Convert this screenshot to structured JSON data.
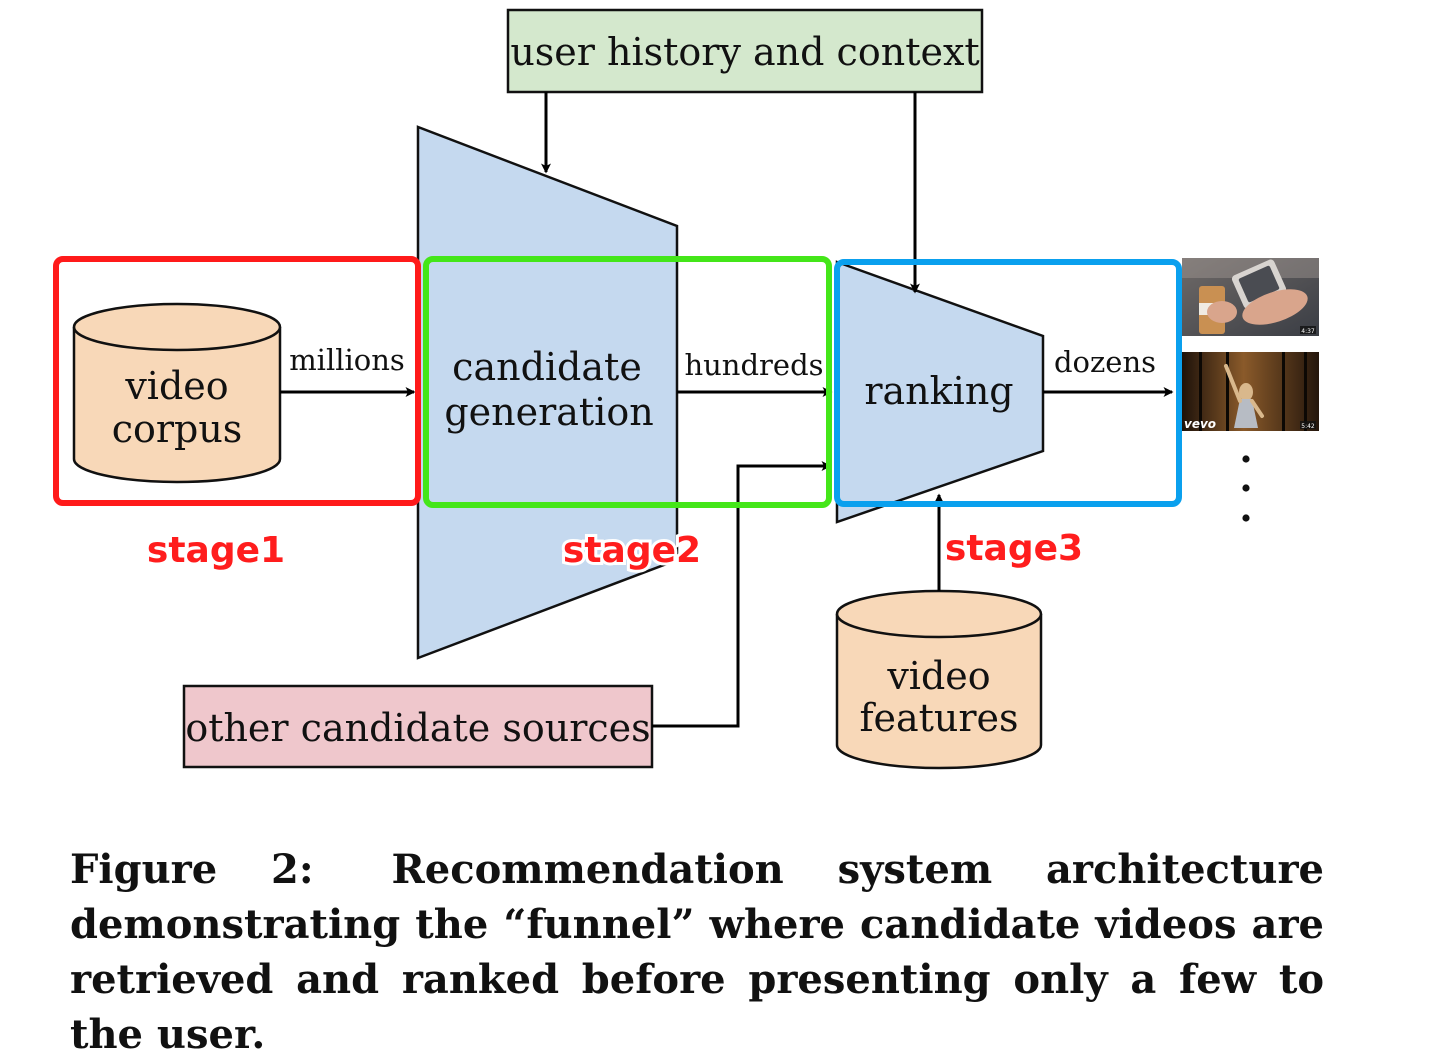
{
  "diagram": {
    "inputs": {
      "user_history": "user history and context",
      "other_sources": "other candidate sources"
    },
    "stores": {
      "corpus_line1": "video",
      "corpus_line2": "corpus",
      "features_line1": "video",
      "features_line2": "features"
    },
    "stages": {
      "candidate_line1": "candidate",
      "candidate_line2": "generation",
      "ranking": "ranking"
    },
    "flow_labels": {
      "millions": "millions",
      "hundreds": "hundreds",
      "dozens": "dozens"
    },
    "stage_tags": {
      "stage1": "stage1",
      "stage2": "stage2",
      "stage3": "stage3"
    },
    "thumbnails": {
      "thumb1_duration": "4:37",
      "thumb2_logo": "vevo",
      "thumb2_duration": "5:42"
    },
    "colors": {
      "user_box_fill": "#d4e8cd",
      "other_box_fill": "#efc7cc",
      "funnel_fill": "#c5d9ef",
      "cylinder_fill": "#f8d8b8",
      "stage1_border": "#ff1a1a",
      "stage2_border": "#44e619",
      "stage3_border": "#0aa0ee",
      "stage_label": "#ff1d1d"
    }
  },
  "caption": {
    "figure_label": "Figure 2:",
    "text": "Recommendation system architecture demonstrating the “funnel” where candidate videos are retrieved and ranked before presenting only a few to the user."
  }
}
